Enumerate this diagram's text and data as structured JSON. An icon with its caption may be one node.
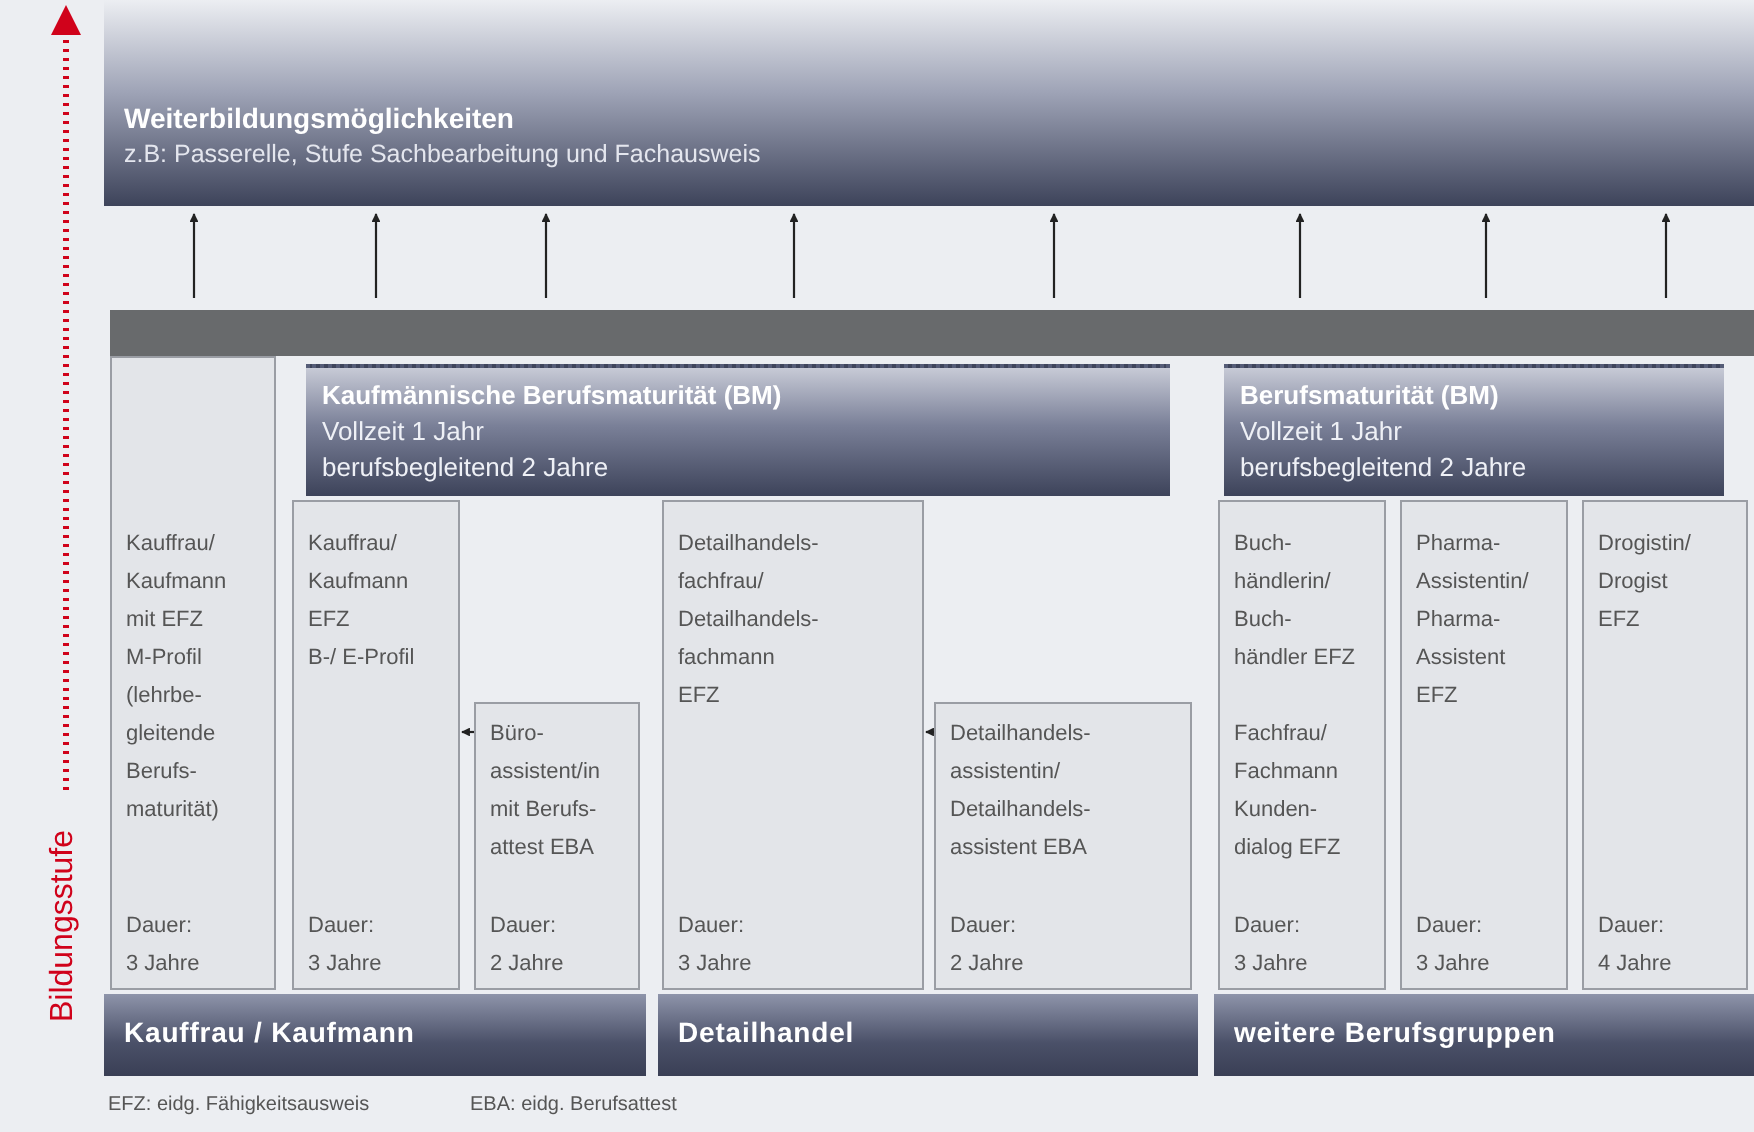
{
  "diagram": {
    "nodes": [
      {
        "text": [
          "Weiterbildungsmöglichkeiten",
          "z.B: Passerelle, Stufe Sachbearbeitung und Fachausweis"
        ]
      },
      {
        "text": [],
        "shape": "bar"
      },
      {
        "text": [
          "Kaufmännische Berufsmaturität (BM)",
          "Vollzeit 1 Jahr",
          "berufsbegleitend 2 Jahre"
        ]
      },
      {
        "text": [
          "Berufsmaturität (BM)",
          "Vollzeit 1 Jahr",
          "berufsbegleitend 2 Jahre"
        ]
      },
      {
        "text": [
          "Kauffrau/ Kaufmann mit EFZ M-Profil (lehrbe- gleitende Berufs- maturität)",
          "Dauer: 3 Jahre"
        ]
      },
      {
        "text": [
          "Kauffrau/ Kaufmann EFZ B-/ E-Profil",
          "Dauer: 3 Jahre"
        ]
      },
      {
        "text": [
          "Büro- assistent/in mit Berufs- attest EBA",
          "Dauer: 2 Jahre"
        ]
      },
      {
        "text": [
          "Detailhandels- fachfrau/ Detailhandels- fachmann EFZ",
          "Dauer: 3 Jahre"
        ]
      },
      {
        "text": [
          "Detailhandels- assistentin/ Detailhandels- assistent EBA",
          "Dauer: 2 Jahre"
        ]
      },
      {
        "text": [
          "Buch- händlerin/ Buch- händler EFZ",
          "Fachfrau/ Fachmann Kunden- dialog EFZ",
          "Dauer: 3 Jahre"
        ]
      },
      {
        "text": [
          "Pharma- Assistentin/ Pharma- Assistent EFZ",
          "Dauer: 3 Jahre"
        ]
      },
      {
        "text": [
          "Drogistin/ Drogist EFZ",
          "Dauer: 4 Jahre"
        ]
      },
      {
        "text": [
          "Kauffrau / Kaufmann"
        ]
      },
      {
        "text": [
          "Detailhandel"
        ]
      },
      {
        "text": [
          "weitere Berufsgruppen"
        ]
      }
    ],
    "edges": [
      {
        "from": 1,
        "to": 0,
        "arrow": "to"
      },
      {
        "from": 1,
        "to": 0,
        "arrow": "to"
      },
      {
        "from": 1,
        "to": 0,
        "arrow": "to"
      },
      {
        "from": 1,
        "to": 0,
        "arrow": "to"
      },
      {
        "from": 1,
        "to": 0,
        "arrow": "to"
      },
      {
        "from": 1,
        "to": 0,
        "arrow": "to"
      },
      {
        "from": 1,
        "to": 0,
        "arrow": "to"
      },
      {
        "from": 1,
        "to": 0,
        "arrow": "to"
      },
      {
        "from": 6,
        "to": 5,
        "arrow": "to"
      },
      {
        "from": 8,
        "to": 7,
        "arrow": "to"
      }
    ],
    "labels": [
      "Bildungsstufe",
      "EFZ: eidg. Fähigkeitsausweis",
      "EBA: eidg. Berufsattest"
    ]
  }
}
